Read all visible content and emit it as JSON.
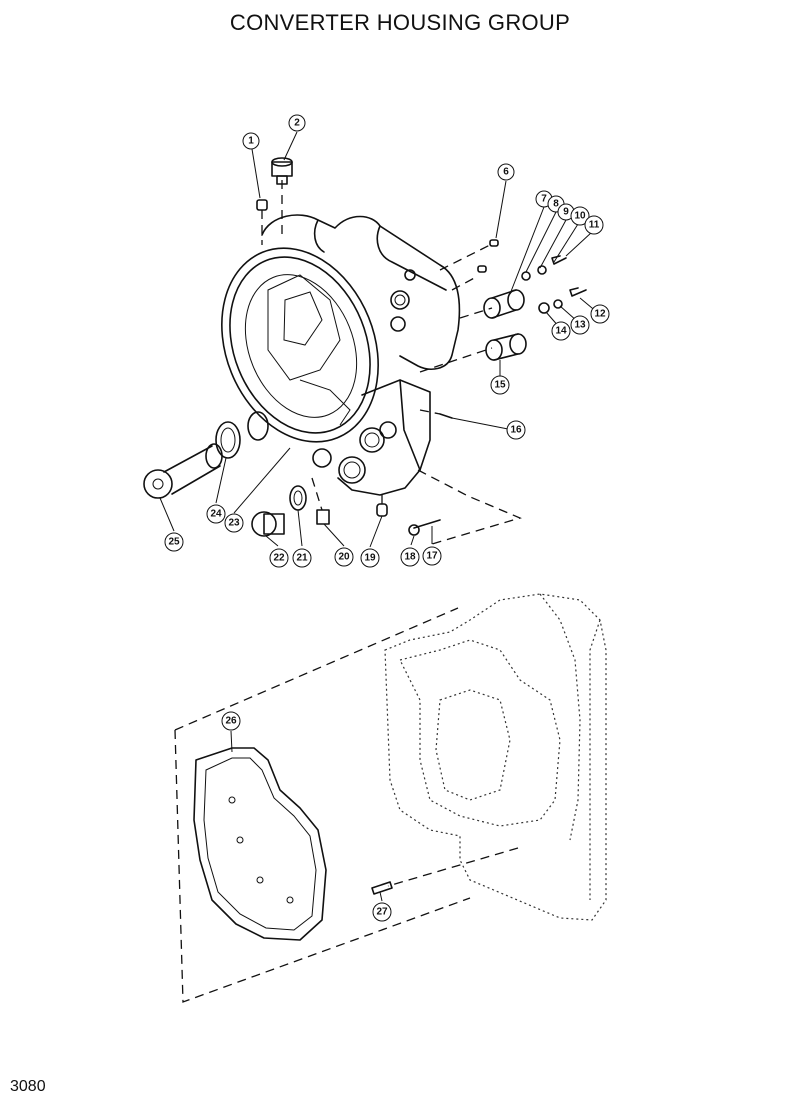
{
  "header": {
    "title": "CONVERTER HOUSING GROUP"
  },
  "footer": {
    "page_number": "3080"
  },
  "callouts": [
    "1",
    "2",
    "6",
    "7",
    "8",
    "9",
    "10",
    "11",
    "12",
    "13",
    "14",
    "15",
    "16",
    "17",
    "18",
    "19",
    "20",
    "21",
    "22",
    "23",
    "24",
    "25",
    "26",
    "27"
  ]
}
